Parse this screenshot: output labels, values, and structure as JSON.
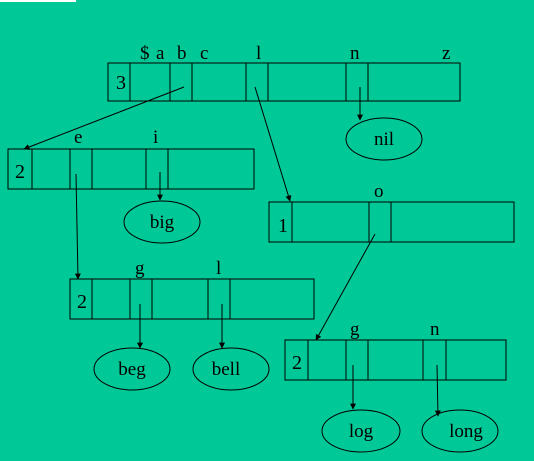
{
  "diagram": {
    "background": "#00c896",
    "corner_accent": "#ffffff",
    "nodes": {
      "root": {
        "count": "3",
        "labels": [
          "$",
          "a",
          "b",
          "c",
          "l",
          "n",
          "z"
        ]
      },
      "e_node": {
        "count": "2",
        "labels": [
          "e",
          "i"
        ]
      },
      "l_node": {
        "count": "1",
        "labels": [
          "o"
        ]
      },
      "eg_node": {
        "count": "2",
        "labels": [
          "g",
          "l"
        ]
      },
      "lo_node": {
        "count": "2",
        "labels": [
          "g",
          "n"
        ]
      }
    },
    "leaves": {
      "nil": "nil",
      "big": "big",
      "beg": "beg",
      "bell": "bell",
      "log": "log",
      "long": "long"
    }
  }
}
